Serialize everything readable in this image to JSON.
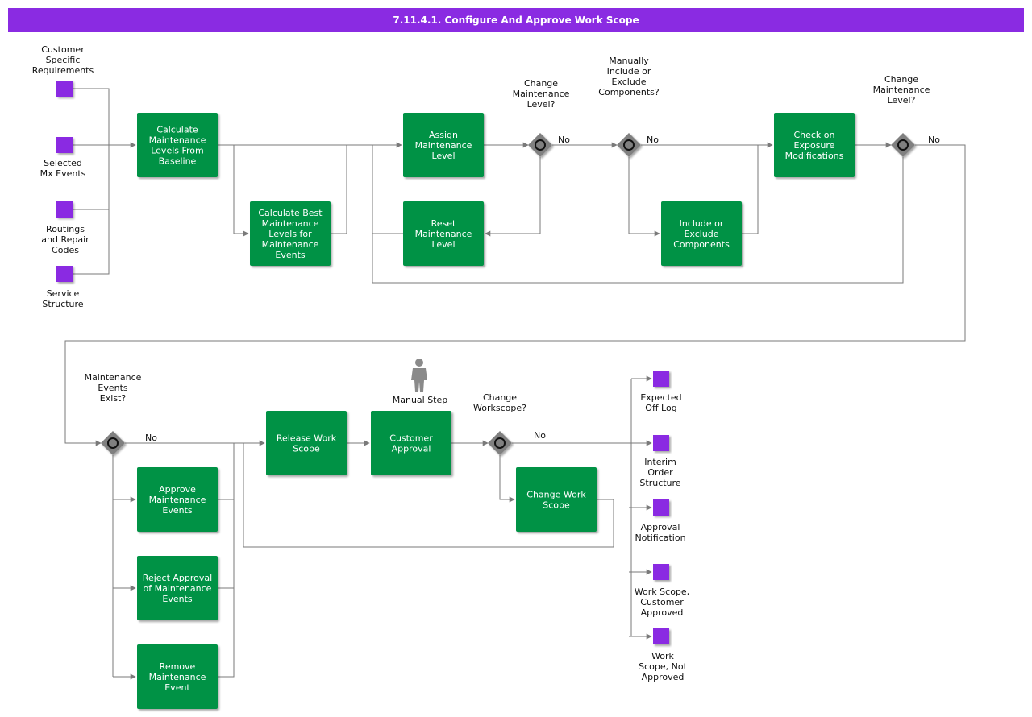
{
  "title": "7.11.4.1. Configure And Approve Work Scope",
  "colors": {
    "accent": "#8a2be2",
    "task": "#009245",
    "gateway": "#808080",
    "line": "#7a7a7a"
  },
  "tasks": [
    {
      "id": "t1",
      "lines": [
        "Calculate",
        "Maintenance",
        "Levels From",
        "Baseline"
      ]
    },
    {
      "id": "t2",
      "lines": [
        "Calculate Best",
        "Maintenance",
        "Levels for",
        "Maintenance",
        "Events"
      ]
    },
    {
      "id": "t3",
      "lines": [
        "Assign",
        "Maintenance",
        "Level"
      ]
    },
    {
      "id": "t4",
      "lines": [
        "Reset",
        "Maintenance",
        "Level"
      ]
    },
    {
      "id": "t5",
      "lines": [
        "Include or",
        "Exclude",
        "Components"
      ]
    },
    {
      "id": "t6",
      "lines": [
        "Check on",
        "Exposure",
        "Modifications"
      ]
    },
    {
      "id": "t7",
      "lines": [
        "Approve",
        "Maintenance",
        "Events"
      ]
    },
    {
      "id": "t8",
      "lines": [
        "Reject Approval",
        "of Maintenance",
        "Events"
      ]
    },
    {
      "id": "t9",
      "lines": [
        "Remove",
        "Maintenance",
        "Event"
      ]
    },
    {
      "id": "t10",
      "lines": [
        "Release Work",
        "Scope"
      ]
    },
    {
      "id": "t11",
      "lines": [
        "Customer",
        "Approval"
      ]
    },
    {
      "id": "t12",
      "lines": [
        "Change Work",
        "Scope"
      ]
    }
  ],
  "gateways": [
    {
      "id": "g1",
      "lines": [
        "Change",
        "Maintenance",
        "Level?"
      ],
      "branch": "No"
    },
    {
      "id": "g2",
      "lines": [
        "Manually",
        "Include or",
        "Exclude",
        "Components?"
      ],
      "branch": "No"
    },
    {
      "id": "g3",
      "lines": [
        "Change",
        "Maintenance",
        "Level?"
      ],
      "branch": "No"
    },
    {
      "id": "g4",
      "lines": [
        "Maintenance",
        "Events",
        "Exist?"
      ],
      "branch": "No"
    },
    {
      "id": "g5",
      "lines": [
        "Change",
        "Workscope?"
      ],
      "branch": "No"
    }
  ],
  "inputs": [
    {
      "id": "i1",
      "lines": [
        "Customer",
        "Specific",
        "Requirements"
      ]
    },
    {
      "id": "i2",
      "lines": [
        "Selected",
        "Mx Events"
      ]
    },
    {
      "id": "i3",
      "lines": [
        "Routings",
        "and  Repair",
        "Codes"
      ]
    },
    {
      "id": "i4",
      "lines": [
        "Service",
        "Structure"
      ]
    }
  ],
  "outputs": [
    {
      "id": "o1",
      "lines": [
        "Expected",
        "Off Log"
      ]
    },
    {
      "id": "o2",
      "lines": [
        "Interim",
        "Order",
        "Structure"
      ]
    },
    {
      "id": "o3",
      "lines": [
        "Approval",
        "Notification"
      ]
    },
    {
      "id": "o4",
      "lines": [
        "Work Scope,",
        "Customer",
        "Approved"
      ]
    },
    {
      "id": "o5",
      "lines": [
        "Work",
        "Scope, Not",
        "Approved"
      ]
    }
  ],
  "manual_step": {
    "label": "Manual Step"
  }
}
